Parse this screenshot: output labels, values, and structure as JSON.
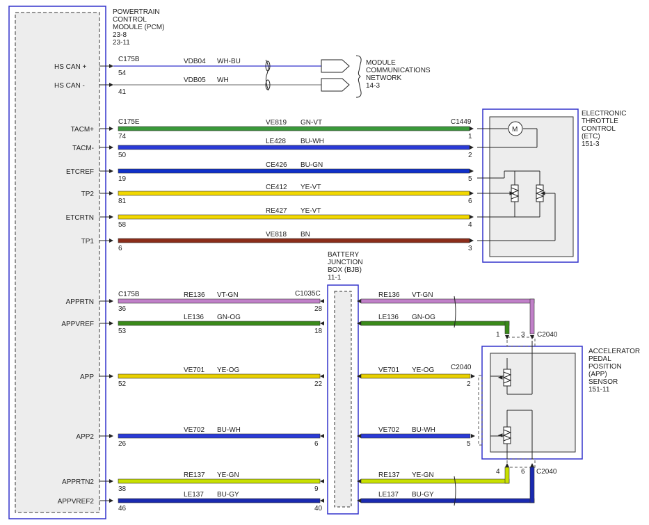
{
  "pcm": {
    "lines": [
      "POWERTRAIN",
      "CONTROL",
      "MODULE (PCM)",
      "23-8",
      "23-11"
    ]
  },
  "network": {
    "lines": [
      "MODULE",
      "COMMUNICATIONS",
      "NETWORK",
      "14-3"
    ]
  },
  "etc": {
    "lines": [
      "ELECTRONIC",
      "THROTTLE",
      "CONTROL",
      "(ETC)",
      "151-3"
    ],
    "connector": "C1449",
    "motor_symbol": "M"
  },
  "bjb": {
    "lines": [
      "BATTERY",
      "JUNCTION",
      "BOX (BJB)",
      "11-1"
    ],
    "connector": "C1035C"
  },
  "app": {
    "lines": [
      "ACCELERATOR",
      "PEDAL",
      "POSITION",
      "(APP)",
      "SENSOR",
      "151-11"
    ],
    "connector": "C2040"
  },
  "colors": {
    "can": "#3333cc",
    "can_wh": "#888888",
    "gn_vt": "#3a9a3a",
    "bu_wh": "#2a3ad6",
    "bu_gn": "#1030c8",
    "ye_vt": "#f2d800",
    "bn": "#8b2d1a",
    "vt_gn": "#c080c8",
    "gn_og": "#3a8a1a",
    "ye_og": "#e8d000",
    "ye_gn": "#c8e000",
    "bu_gy": "#1a2ab0"
  },
  "can_wires": [
    {
      "signal": "HS CAN +",
      "pin": "54",
      "connector": "C175B",
      "circuit": "VDB04",
      "color": "WH-BU"
    },
    {
      "signal": "HS CAN -",
      "pin": "41",
      "connector": "",
      "circuit": "VDB05",
      "color": "WH"
    }
  ],
  "etc_wires": [
    {
      "signal": "TACM+",
      "pin": "74",
      "connector": "C175E",
      "circuit": "VE819",
      "color": "GN-VT",
      "end_pin": "1"
    },
    {
      "signal": "TACM-",
      "pin": "50",
      "connector": "",
      "circuit": "LE428",
      "color": "BU-WH",
      "end_pin": "2"
    },
    {
      "signal": "ETCREF",
      "pin": "19",
      "connector": "",
      "circuit": "CE426",
      "color": "BU-GN",
      "end_pin": "5"
    },
    {
      "signal": "TP2",
      "pin": "81",
      "connector": "",
      "circuit": "CE412",
      "color": "YE-VT",
      "end_pin": "6"
    },
    {
      "signal": "ETCRTN",
      "pin": "58",
      "connector": "",
      "circuit": "RE427",
      "color": "YE-VT",
      "end_pin": "4"
    },
    {
      "signal": "TP1",
      "pin": "6",
      "connector": "",
      "circuit": "VE818",
      "color": "BN",
      "end_pin": "3"
    }
  ],
  "app_wires": [
    {
      "signal": "APPRTN",
      "pin": "36",
      "connector": "C175B",
      "circuit": "RE136",
      "color": "VT-GN",
      "bjb_pin": "28",
      "circuit2": "RE136",
      "color2": "VT-GN",
      "end_pin": "3"
    },
    {
      "signal": "APPVREF",
      "pin": "53",
      "connector": "",
      "circuit": "LE136",
      "color": "GN-OG",
      "bjb_pin": "18",
      "circuit2": "LE136",
      "color2": "GN-OG",
      "end_pin": "1"
    },
    {
      "signal": "APP",
      "pin": "52",
      "connector": "",
      "circuit": "VE701",
      "color": "YE-OG",
      "bjb_pin": "22",
      "circuit2": "VE701",
      "color2": "YE-OG",
      "end_pin": "2"
    },
    {
      "signal": "APP2",
      "pin": "26",
      "connector": "",
      "circuit": "VE702",
      "color": "BU-WH",
      "bjb_pin": "6",
      "circuit2": "VE702",
      "color2": "BU-WH",
      "end_pin": "5"
    },
    {
      "signal": "APPRTN2",
      "pin": "38",
      "connector": "",
      "circuit": "RE137",
      "color": "YE-GN",
      "bjb_pin": "9",
      "circuit2": "RE137",
      "color2": "YE-GN",
      "end_pin": "4"
    },
    {
      "signal": "APPVREF2",
      "pin": "46",
      "connector": "",
      "circuit": "LE137",
      "color": "BU-GY",
      "bjb_pin": "40",
      "circuit2": "LE137",
      "color2": "BU-GY",
      "end_pin": "6"
    }
  ]
}
